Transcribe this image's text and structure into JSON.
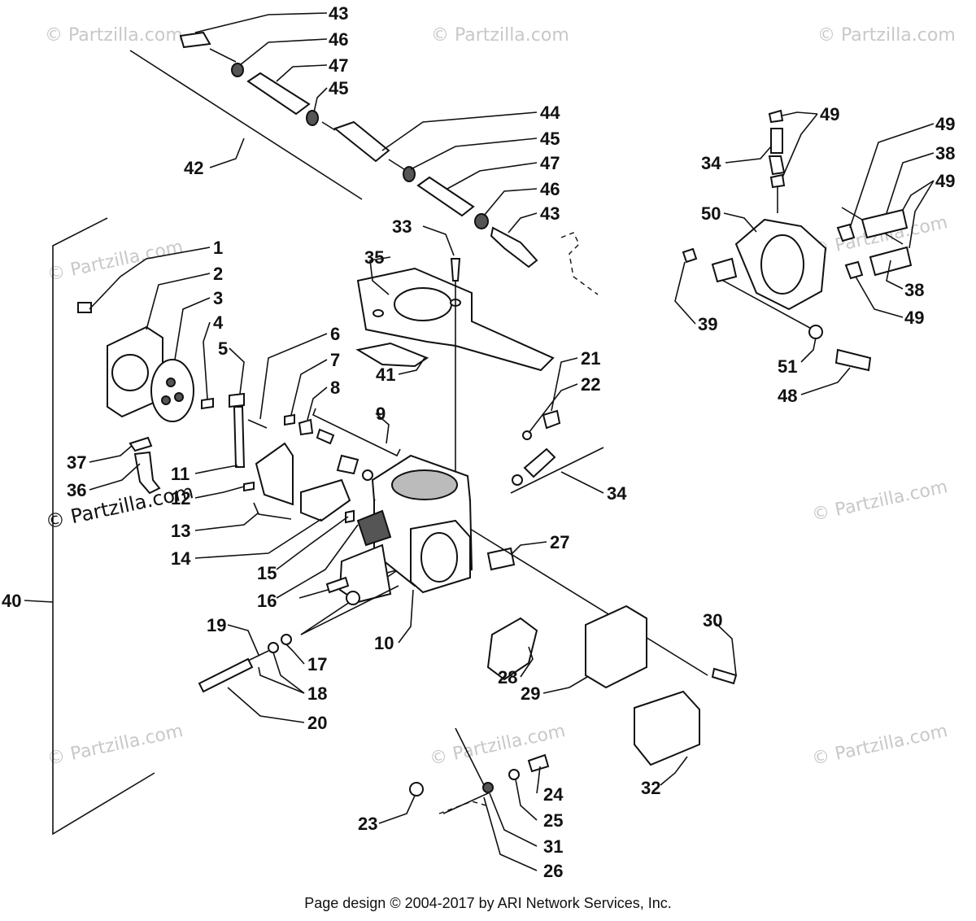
{
  "watermark": {
    "text": "© Partzilla.com"
  },
  "callouts": {
    "c43a": "43",
    "c46a": "46",
    "c47a": "47",
    "c45a": "45",
    "c44": "44",
    "c45b": "45",
    "c47b": "47",
    "c46b": "46",
    "c43b": "43",
    "c42": "42",
    "c33": "33",
    "c35": "35",
    "c41": "41",
    "c49a": "49",
    "c34a": "34",
    "c49b": "49",
    "c38a": "38",
    "c49c": "49",
    "c50": "50",
    "c39": "39",
    "c38b": "38",
    "c49d": "49",
    "c51": "51",
    "c48": "48",
    "c1": "1",
    "c2": "2",
    "c3": "3",
    "c4": "4",
    "c5": "5",
    "c6": "6",
    "c7": "7",
    "c8": "8",
    "c9": "9",
    "c21": "21",
    "c22": "22",
    "c37": "37",
    "c36": "36",
    "c11": "11",
    "c12": "12",
    "c13": "13",
    "c14": "14",
    "c15": "15",
    "c16": "16",
    "c34b": "34",
    "c27": "27",
    "c40": "40",
    "c10": "10",
    "c19": "19",
    "c17": "17",
    "c18": "18",
    "c20": "20",
    "c28": "28",
    "c30": "30",
    "c29": "29",
    "c32": "32",
    "c24": "24",
    "c23": "23",
    "c25": "25",
    "c31": "31",
    "c26": "26"
  },
  "footer": {
    "text": "Page design © 2004-2017 by ARI Network Services, Inc."
  }
}
